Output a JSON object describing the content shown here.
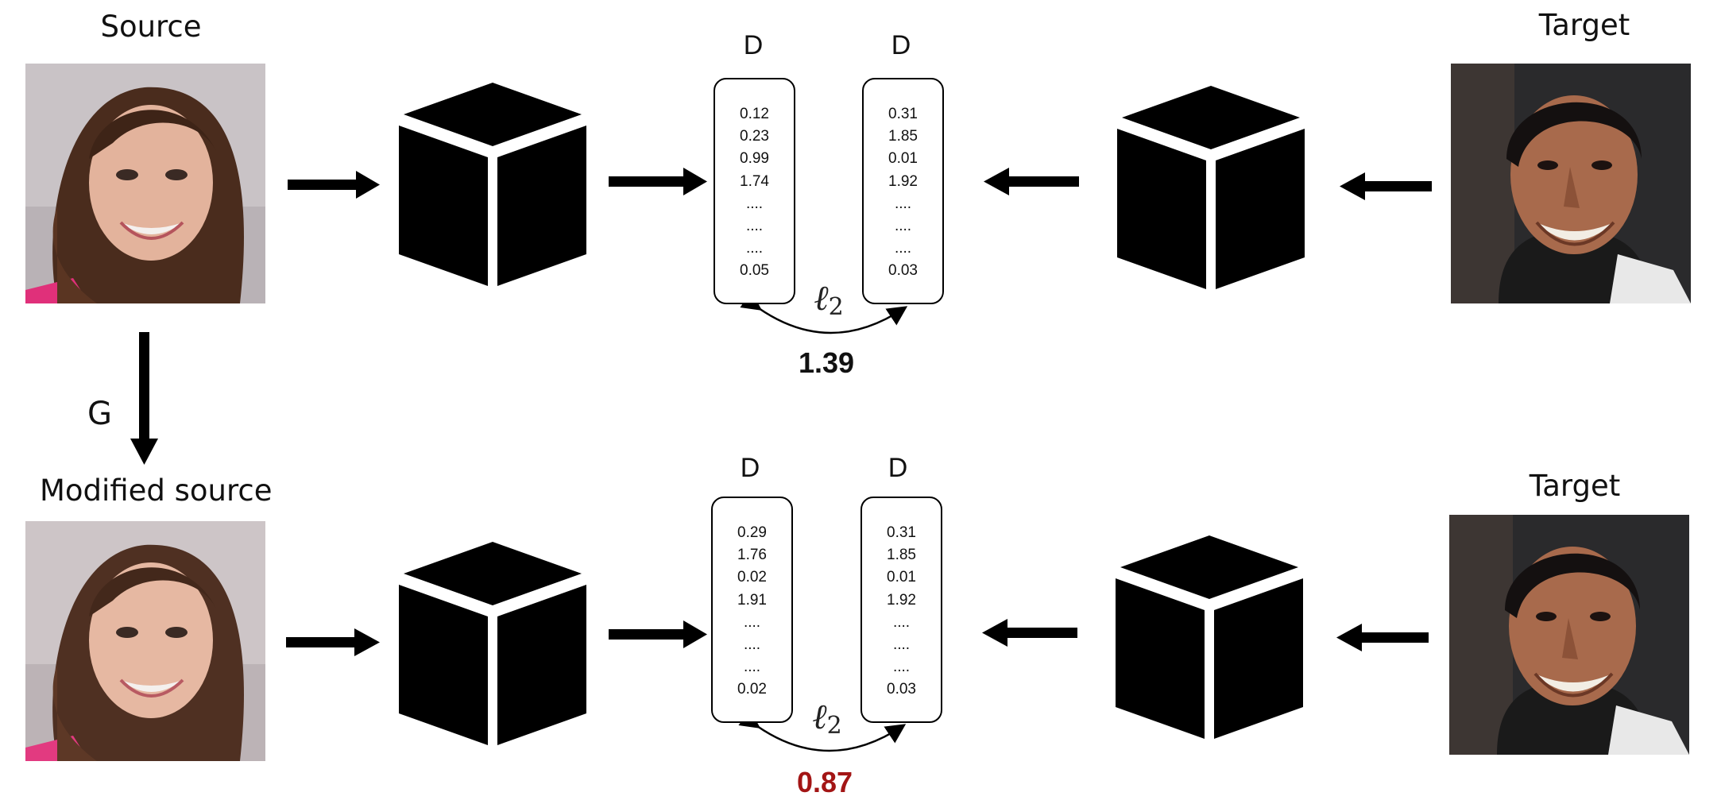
{
  "labels": {
    "source": "Source",
    "modified_source": "Modified source",
    "target_top": "Target",
    "target_bottom": "Target",
    "generator": "G",
    "discriminator": "D",
    "metric_symbol": "ℓ",
    "metric_subscript": "2"
  },
  "rows": {
    "top": {
      "left_vector": [
        "0.12",
        "0.23",
        "0.99",
        "1.74",
        "....",
        "....",
        "....",
        "0.05"
      ],
      "right_vector": [
        "0.31",
        "1.85",
        "0.01",
        "1.92",
        "....",
        "....",
        "....",
        "0.03"
      ],
      "distance": "1.39",
      "distance_color": "#111111"
    },
    "bottom": {
      "left_vector": [
        "0.29",
        "1.76",
        "0.02",
        "1.91",
        "....",
        "....",
        "....",
        "0.02"
      ],
      "right_vector": [
        "0.31",
        "1.85",
        "0.01",
        "1.92",
        "....",
        "....",
        "....",
        "0.03"
      ],
      "distance": "0.87",
      "distance_color": "#a31515"
    }
  },
  "icons": {
    "model": "black-box-cube-icon",
    "source_photo": "woman-face-photo",
    "target_photo": "man-face-photo"
  }
}
